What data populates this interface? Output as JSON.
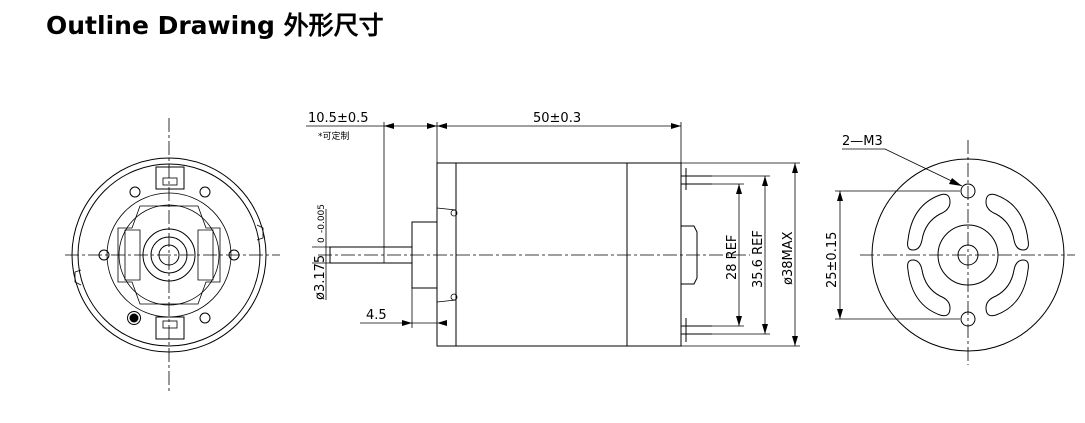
{
  "title": "Outline Drawing 外形尺寸",
  "dimensions": {
    "shaft_extension": "10.5±0.5",
    "custom_note": "*可定制",
    "body_length": "50±0.3",
    "shaft_dia_base": "ø3.175",
    "shaft_dia_tol_upper": "0",
    "shaft_dia_tol_lower": "-0.005",
    "boss_length": "4.5",
    "terminal_spacing": "28 REF",
    "inner_ref": "35.6 REF",
    "body_dia": "ø38MAX",
    "hole_spacing": "25±0.15",
    "mount_holes": "2—M3"
  }
}
